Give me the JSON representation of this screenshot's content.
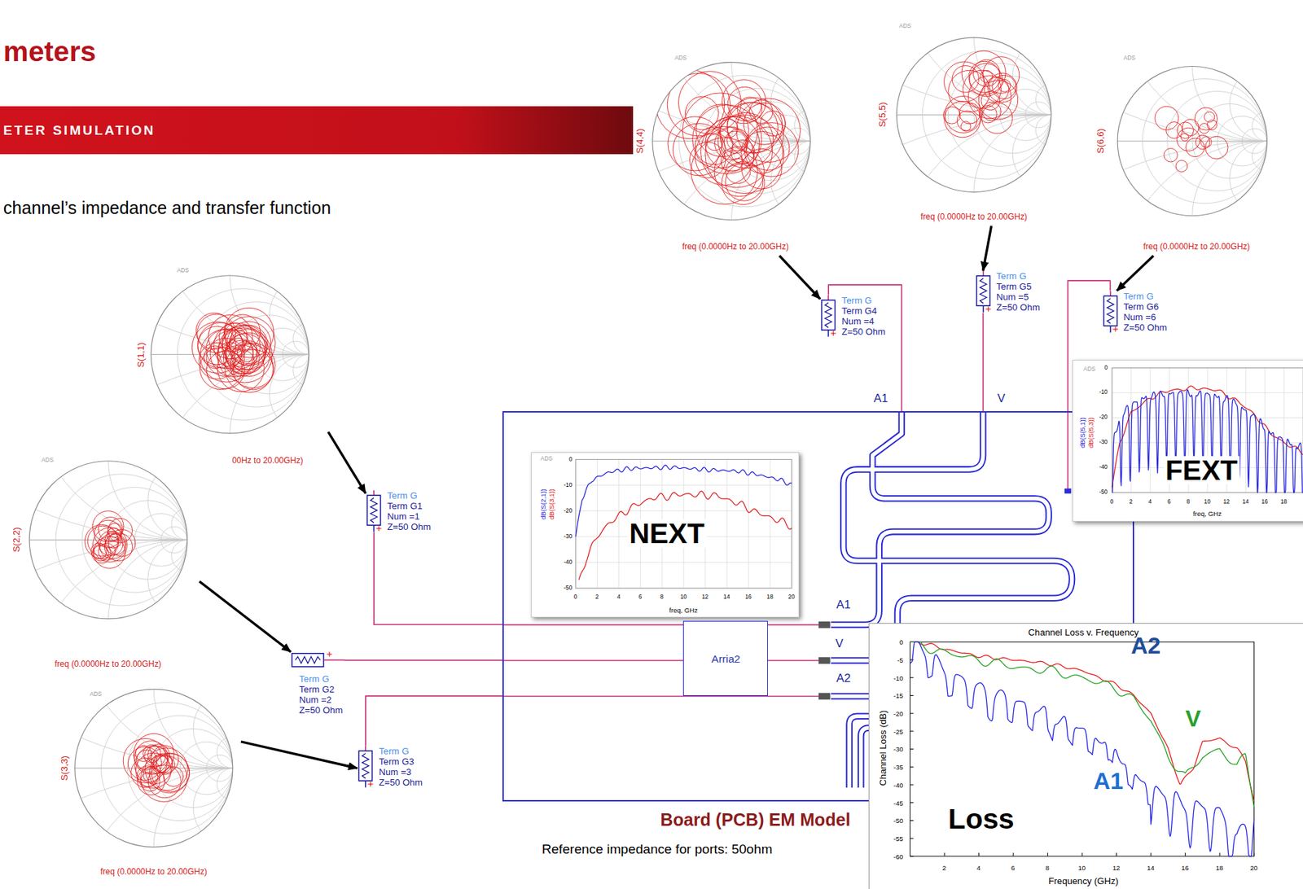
{
  "diagram": {
    "title": "meters",
    "nodes": [
      {
        "text": [
          "ETER SIMULATION"
        ]
      },
      {
        "text": [
          "ADS",
          "S(4,4)",
          "freq (0.0000Hz to 20.00GHz)"
        ]
      },
      {
        "text": [
          "ADS",
          "S(5,5)",
          "freq (0.0000Hz to 20.00GHz)"
        ]
      },
      {
        "text": [
          "ADS",
          "S(6,6)",
          "freq (0.0000Hz to 20.00GHz)"
        ]
      },
      {
        "text": [
          "Term G",
          "Term G4",
          "Num =4",
          "Z=50 Ohm"
        ]
      },
      {
        "text": [
          "Term G",
          "Term G5",
          "Num =5",
          "Z=50 Ohm"
        ]
      },
      {
        "text": [
          "Term G",
          "Term G6",
          "Num =6",
          "Z=50 Ohm"
        ]
      },
      {
        "text": [
          "ADS",
          "S(1,1)",
          "00Hz to 20.00GHz)"
        ]
      },
      {
        "text": [
          "Term G",
          "Term G1",
          "Num =1",
          "Z=50 Ohm"
        ]
      },
      {
        "text": [
          "ADS",
          "S(2,2)",
          "freq (0.0000Hz to 20.00GHz)"
        ]
      },
      {
        "text": [
          "Term G",
          "Term G2",
          "Num =2",
          "Z=50 Ohm"
        ]
      },
      {
        "text": [
          "ADS",
          "S(3,3)",
          "freq (0.0000Hz to 20.00GHz)"
        ]
      },
      {
        "text": [
          "Term G",
          "Term G3",
          "Num =3",
          "Z=50 Ohm"
        ]
      },
      {
        "text": [
          "Board (PCB) EM Model"
        ]
      },
      {
        "text": [
          "NEXT",
          "ADS",
          "dB(S(2,1))",
          "dB(S(3,1))",
          "freq, GHz",
          "0",
          "-10",
          "-20",
          "-30",
          "-40",
          "-50",
          "0",
          "2",
          "4",
          "6",
          "8",
          "10",
          "12",
          "14",
          "16",
          "18",
          "20"
        ],
        "in": 13
      },
      {
        "text": [
          "Arria2"
        ],
        "in": 13
      },
      {
        "text": [
          "FEXT",
          "ADS",
          "dB(S(5,1))",
          "dB(S(5,3))",
          "freq, GHz",
          "0",
          "-10",
          "-20",
          "-30",
          "-40",
          "-50",
          "0",
          "2",
          "4",
          "6",
          "8",
          "10",
          "12",
          "14",
          "16",
          "18"
        ]
      },
      {
        "text": [
          "Channel Loss v. Frequency",
          "Channel Loss (dB)",
          "Frequency (GHz)",
          "A2",
          "V",
          "A1",
          "Loss",
          "0",
          "-5",
          "-10",
          "-15",
          "-20",
          "-25",
          "-30",
          "-35",
          "-40",
          "-45",
          "-50",
          "-55",
          "-60",
          "2",
          "4",
          "6",
          "8",
          "10",
          "12",
          "14",
          "16",
          "18",
          "20"
        ]
      }
    ],
    "edges": [
      {
        "from": 1,
        "to": 4,
        "arrow": "to"
      },
      {
        "from": 2,
        "to": 5,
        "arrow": "to"
      },
      {
        "from": 3,
        "to": 6,
        "arrow": "to"
      },
      {
        "from": 7,
        "to": 8,
        "arrow": "to"
      },
      {
        "from": 9,
        "to": 10,
        "arrow": "to"
      },
      {
        "from": 11,
        "to": 12,
        "arrow": "to"
      },
      {
        "from": 8,
        "to": 13,
        "arrow": "none"
      },
      {
        "from": 10,
        "to": 13,
        "arrow": "none"
      },
      {
        "from": 12,
        "to": 13,
        "arrow": "none"
      },
      {
        "from": 4,
        "to": 13,
        "arrow": "none"
      },
      {
        "from": 5,
        "to": 13,
        "arrow": "none"
      },
      {
        "from": 6,
        "to": 13,
        "arrow": "none"
      }
    ],
    "labels": [
      "channel’s impedance and transfer function",
      "A1",
      "V",
      "A1",
      "V",
      "A2",
      "Reference impedance for ports: 50ohm"
    ]
  }
}
